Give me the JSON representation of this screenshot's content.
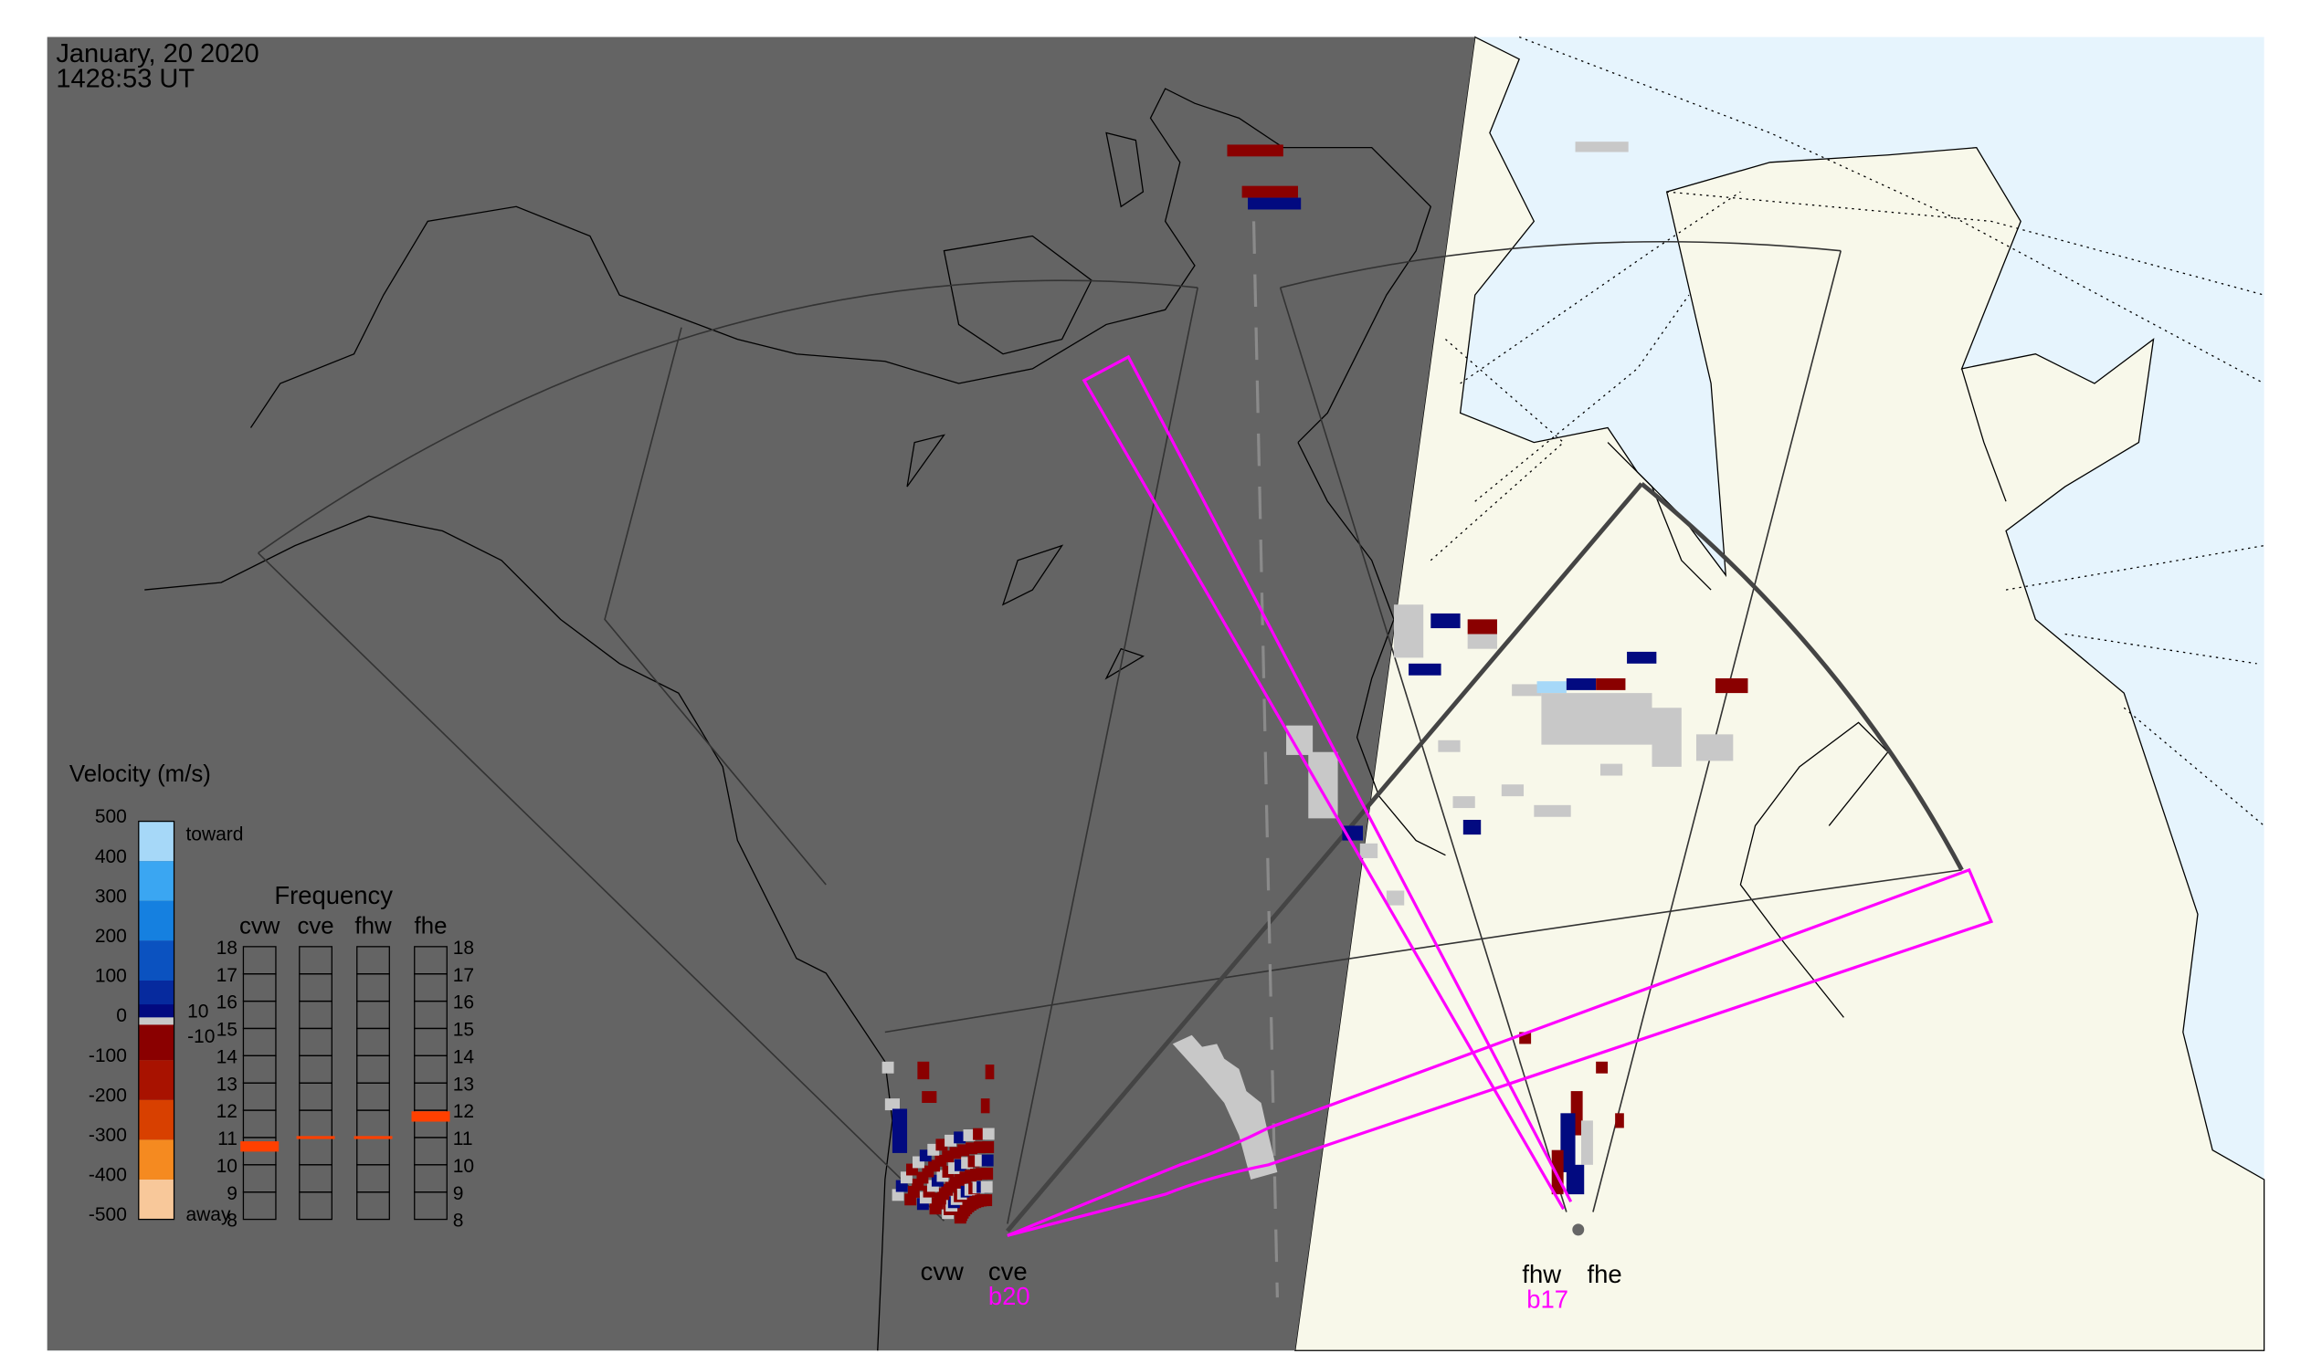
{
  "header": {
    "date": "January, 20 2020",
    "time": "1428:53 UT"
  },
  "colors": {
    "night": "#646464",
    "land_day": "#f8f8ea",
    "ocean_day": "#e6f4fd",
    "beam": "#ff00ff",
    "away": "#8a0000",
    "toward": "#020a80",
    "ground": "#c8c8c8"
  },
  "velocity_legend": {
    "title": "Velocity (m/s)",
    "ticks": [
      "500",
      "400",
      "300",
      "200",
      "100",
      "0",
      "-100",
      "-200",
      "-300",
      "-400",
      "-500"
    ],
    "toward_label": "toward",
    "away_label": "away",
    "gs_high": "10",
    "gs_low": "-10"
  },
  "frequency": {
    "title": "Frequency",
    "radars": [
      "cvw",
      "cve",
      "fhw",
      "fhe"
    ],
    "ticks": [
      "18",
      "17",
      "16",
      "15",
      "14",
      "13",
      "12",
      "11",
      "10",
      "9",
      "8"
    ],
    "range": [
      8,
      18
    ],
    "values_mhz": [
      10.7,
      11.0,
      11.0,
      11.8
    ]
  },
  "stations": [
    {
      "west": "cvw",
      "east": "cve",
      "beam": "b20"
    },
    {
      "west": "fhw",
      "east": "fhe",
      "beam": "b17"
    }
  ]
}
